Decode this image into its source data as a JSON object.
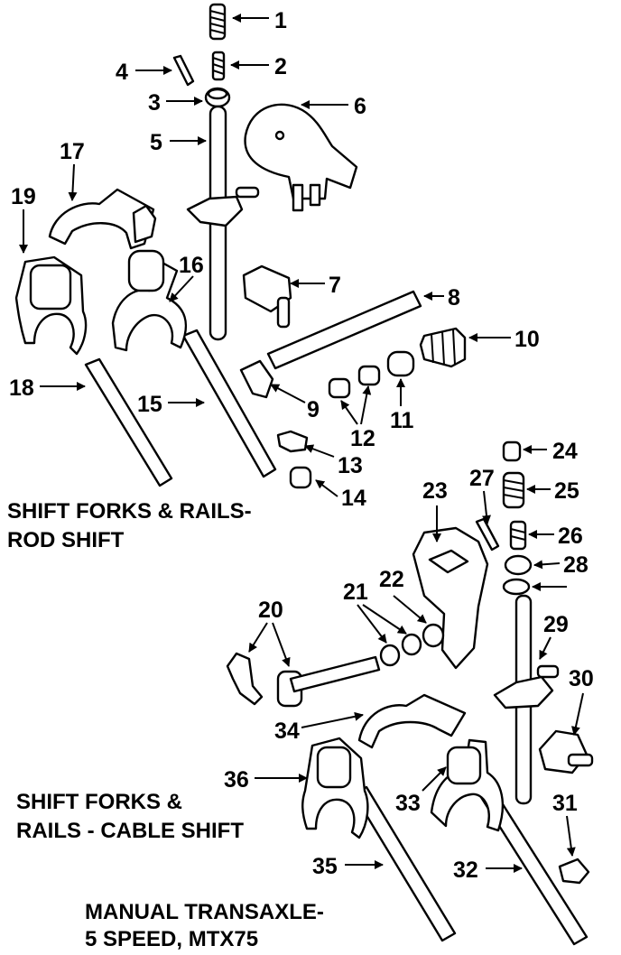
{
  "captions": {
    "rod_shift_1": "SHIFT FORKS & RAILS-",
    "rod_shift_2": "ROD SHIFT",
    "cable_shift_1": "SHIFT FORKS &",
    "cable_shift_2": "RAILS - CABLE SHIFT",
    "title_1": "MANUAL TRANSAXLE-",
    "title_2": "5 SPEED, MTX75"
  },
  "callouts": [
    "1",
    "2",
    "3",
    "4",
    "5",
    "6",
    "7",
    "8",
    "9",
    "10",
    "11",
    "12",
    "13",
    "14",
    "15",
    "16",
    "17",
    "18",
    "19",
    "20",
    "21",
    "22",
    "23",
    "24",
    "25",
    "26",
    "27",
    "28",
    "29",
    "30",
    "31",
    "32",
    "33",
    "34",
    "35",
    "36"
  ]
}
